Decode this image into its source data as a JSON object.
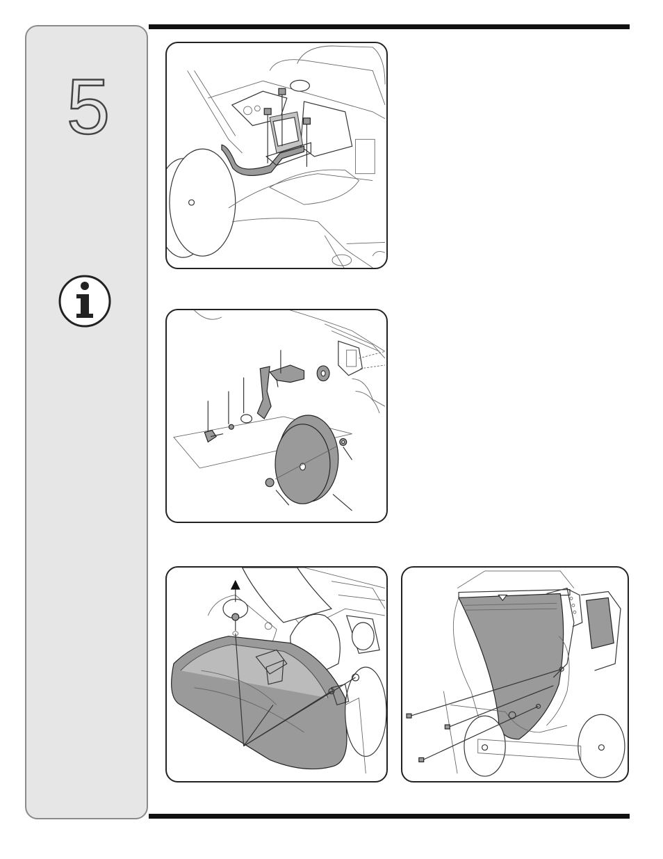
{
  "sidebar": {
    "step_number": "5",
    "info_icon": "info-icon"
  },
  "figures": [
    {
      "id": "handle-bracket-figure",
      "subject": "chute-handle-bracket"
    },
    {
      "id": "wheel-assembly-figure",
      "subject": "wheel-axle-exploded"
    },
    {
      "id": "bag-adapter-figure",
      "subject": "discharge-adapter"
    },
    {
      "id": "chute-bracket-figure",
      "subject": "rear-chute-screws"
    }
  ],
  "colors": {
    "sidebar_bg": "#e6e6e6",
    "rule": "#111111",
    "panel_border": "#222222",
    "part_fill": "#9a9a9a"
  }
}
